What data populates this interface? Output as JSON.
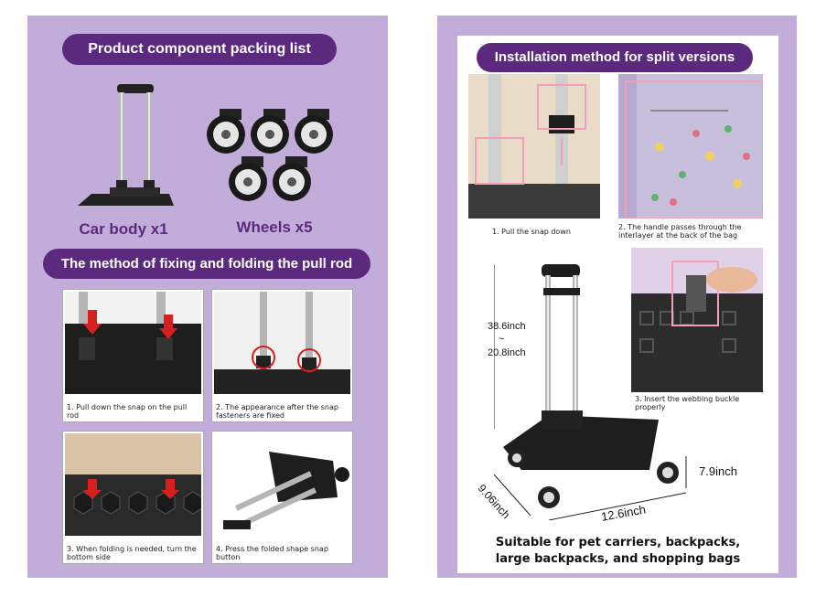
{
  "left": {
    "packing_title": "Product component packing list",
    "car_body_label": "Car body x1",
    "wheels_label": "Wheels x5",
    "method_title": "The method of fixing and folding the pull rod",
    "steps": [
      "1. Pull down the snap on the pull rod",
      "2. The appearance after the snap fasteners are fixed",
      "3. When folding is needed, turn the bottom side",
      "4. Press the folded shape snap button"
    ]
  },
  "right": {
    "install_title": "Installation method for split versions",
    "steps": [
      "1. Pull the snap down",
      "2. The handle passes through the interlayer at the back of the bag",
      "3. Insert the webbing buckle properly"
    ],
    "height_max": "38.6inch",
    "height_sep": "~",
    "height_min": "20.8inch",
    "base_height": "7.9inch",
    "width": "12.6inch",
    "depth": "9.06inch",
    "suitable_line1": "Suitable for pet carriers, backpacks,",
    "suitable_line2": "large backpacks, and shopping bags"
  },
  "colors": {
    "panel_bg": "#c2acd9",
    "pill_bg": "#5b2a7e",
    "caption_text": "#5b2a7e",
    "highlight_box": "#f2a0b8",
    "red_arrow": "#d62020"
  }
}
